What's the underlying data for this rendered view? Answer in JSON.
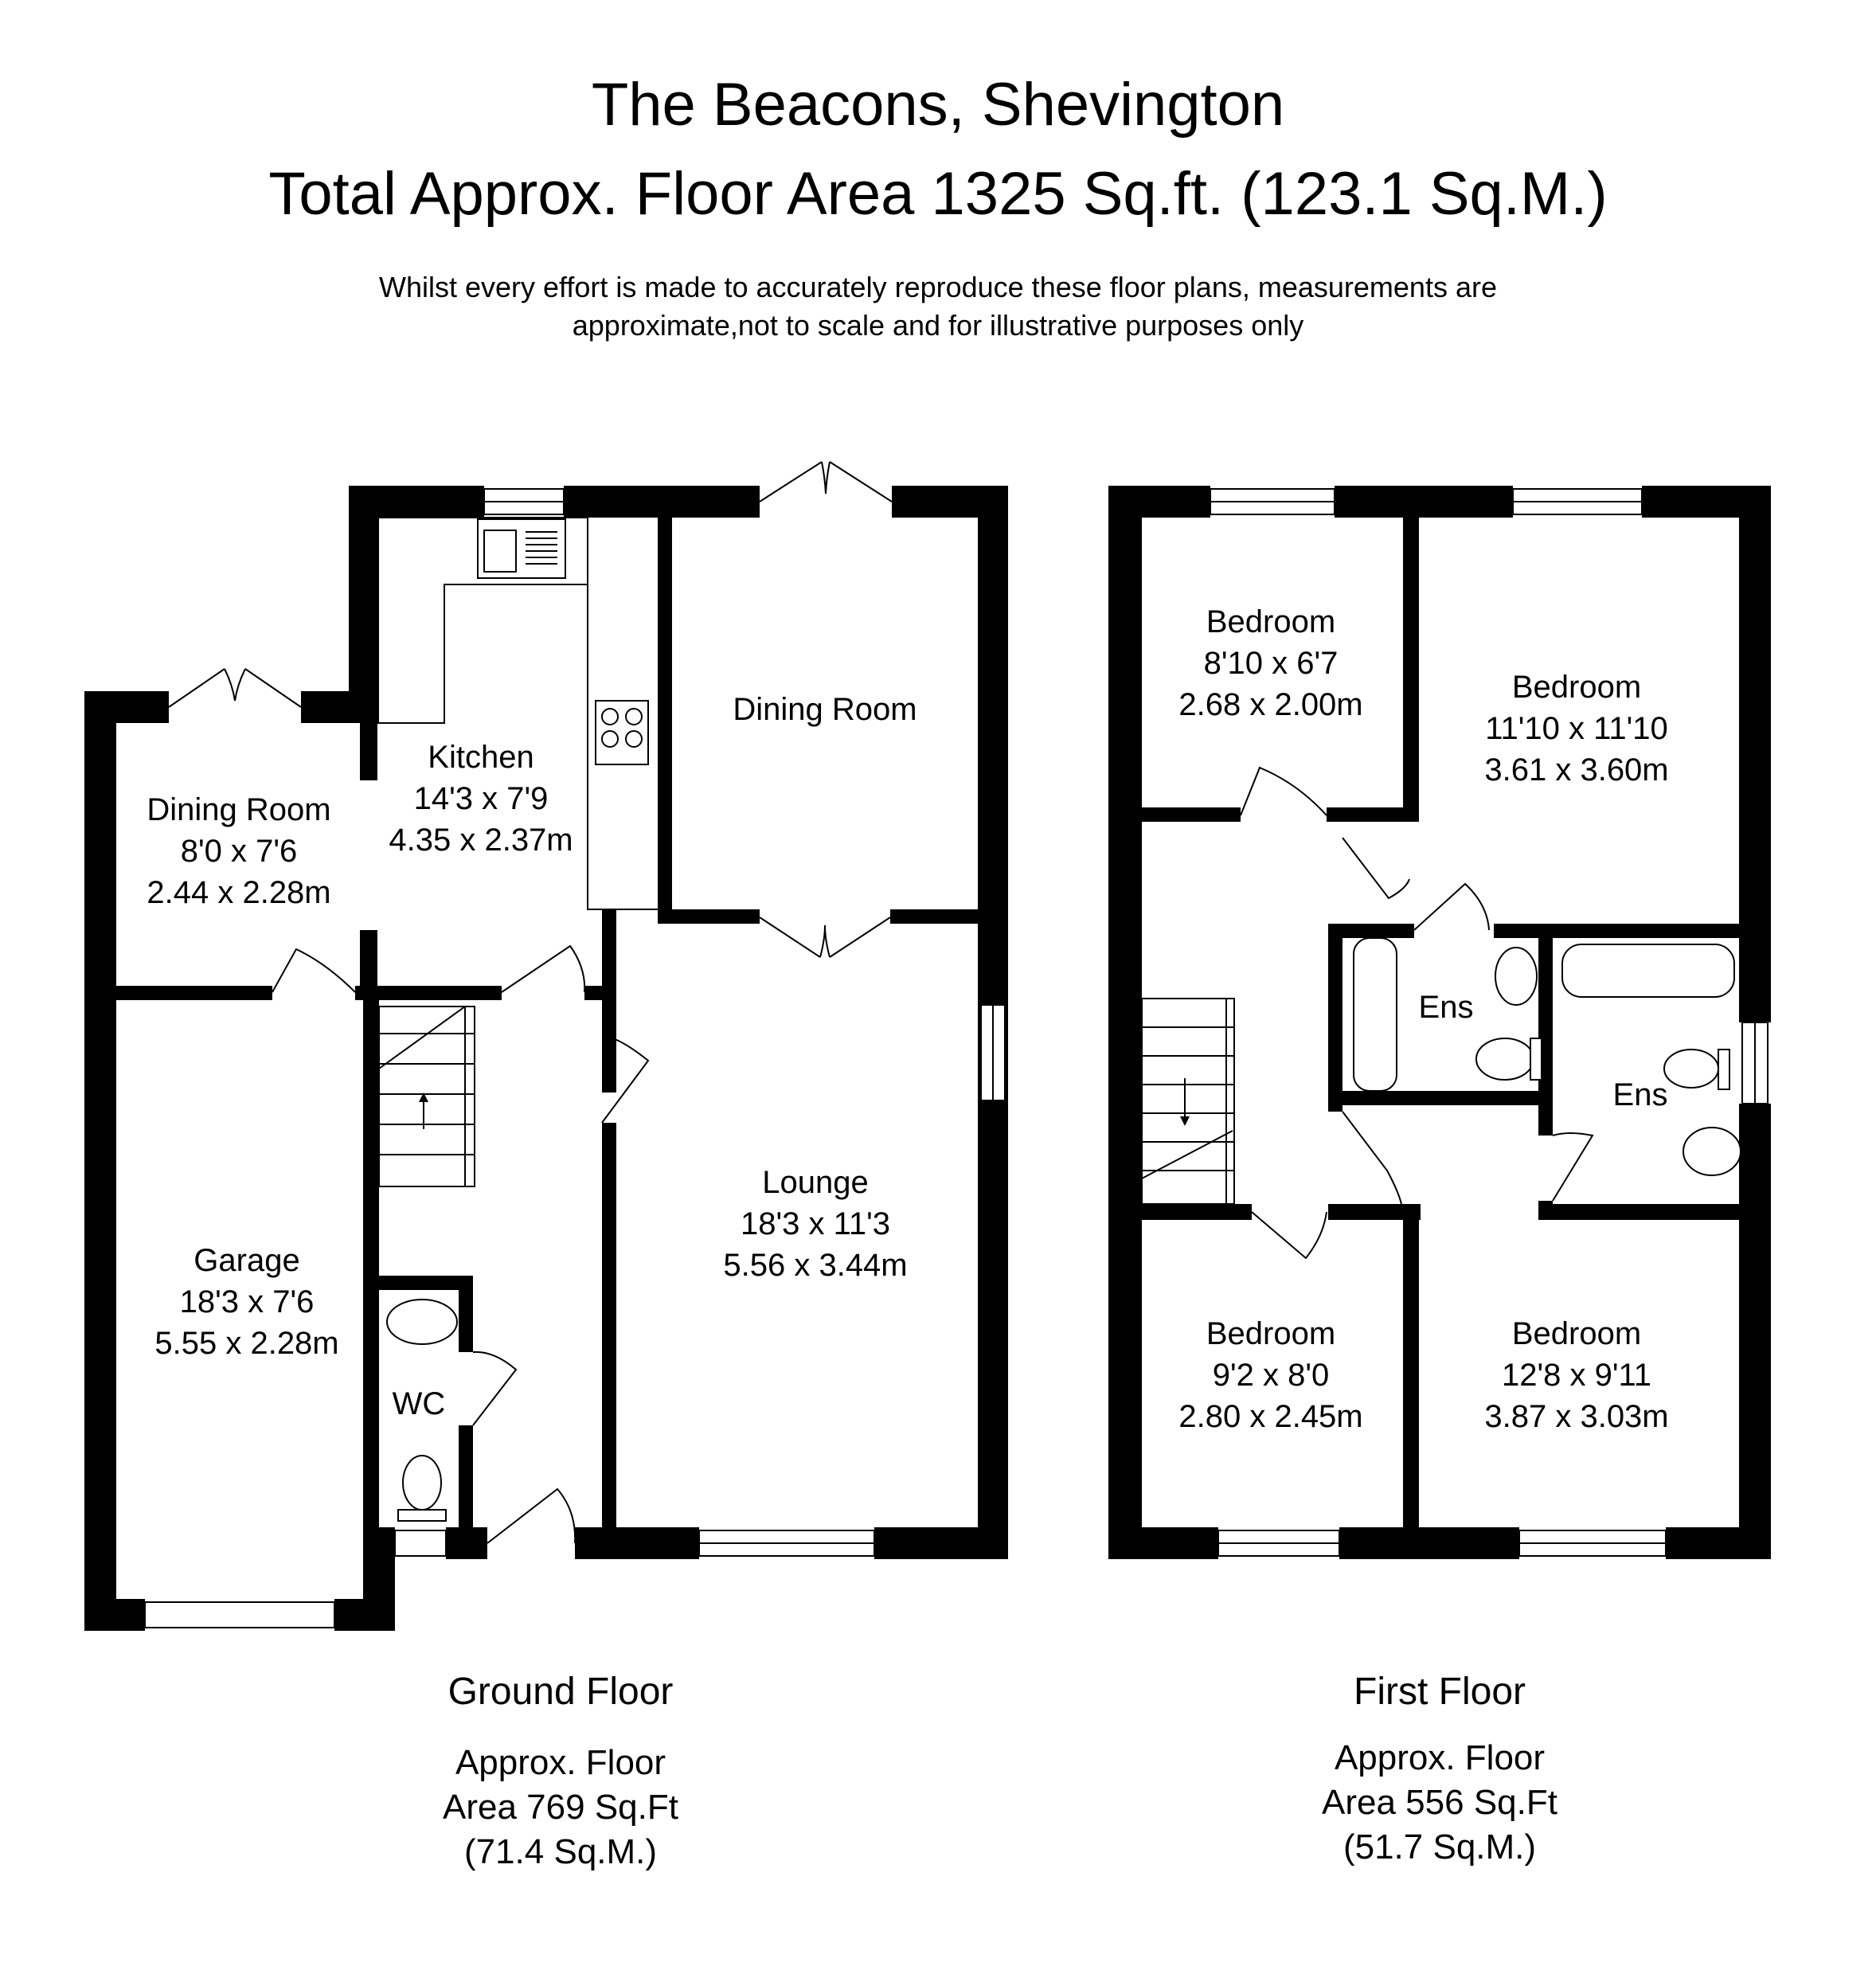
{
  "header": {
    "title": "The Beacons, Shevington",
    "subtitle": "Total Approx. Floor Area 1325 Sq.ft. (123.1 Sq.M.)",
    "disclaimer_line1": "Whilst every effort is made to accurately reproduce these floor plans, measurements are",
    "disclaimer_line2": "approximate,not to scale and for illustrative purposes only"
  },
  "ground_floor": {
    "label": "Ground Floor",
    "area_line1": "Approx. Floor",
    "area_line2": "Area 769 Sq.Ft",
    "area_line3": "(71.4 Sq.M.)",
    "rooms": {
      "dining_left": {
        "name": "Dining Room",
        "imperial": "8'0 x 7'6",
        "metric": "2.44 x 2.28m"
      },
      "kitchen": {
        "name": "Kitchen",
        "imperial": "14'3 x 7'9",
        "metric": "4.35 x 2.37m"
      },
      "dining_right": {
        "name": "Dining Room"
      },
      "lounge": {
        "name": "Lounge",
        "imperial": "18'3 x 11'3",
        "metric": "5.56 x 3.44m"
      },
      "garage": {
        "name": "Garage",
        "imperial": "18'3 x 7'6",
        "metric": "5.55 x 2.28m"
      },
      "wc": {
        "name": "WC"
      }
    }
  },
  "first_floor": {
    "label": "First Floor",
    "area_line1": "Approx. Floor",
    "area_line2": "Area 556 Sq.Ft",
    "area_line3": "(51.7 Sq.M.)",
    "rooms": {
      "bedroom_tl": {
        "name": "Bedroom",
        "imperial": "8'10 x 6'7",
        "metric": "2.68 x 2.00m"
      },
      "bedroom_tr": {
        "name": "Bedroom",
        "imperial": "11'10 x 11'10",
        "metric": "3.61 x 3.60m"
      },
      "ens_1": {
        "name": "Ens"
      },
      "ens_2": {
        "name": "Ens"
      },
      "bedroom_bl": {
        "name": "Bedroom",
        "imperial": "9'2 x 8'0",
        "metric": "2.80 x 2.45m"
      },
      "bedroom_br": {
        "name": "Bedroom",
        "imperial": "12'8 x 9'11",
        "metric": "3.87 x 3.03m"
      }
    }
  }
}
